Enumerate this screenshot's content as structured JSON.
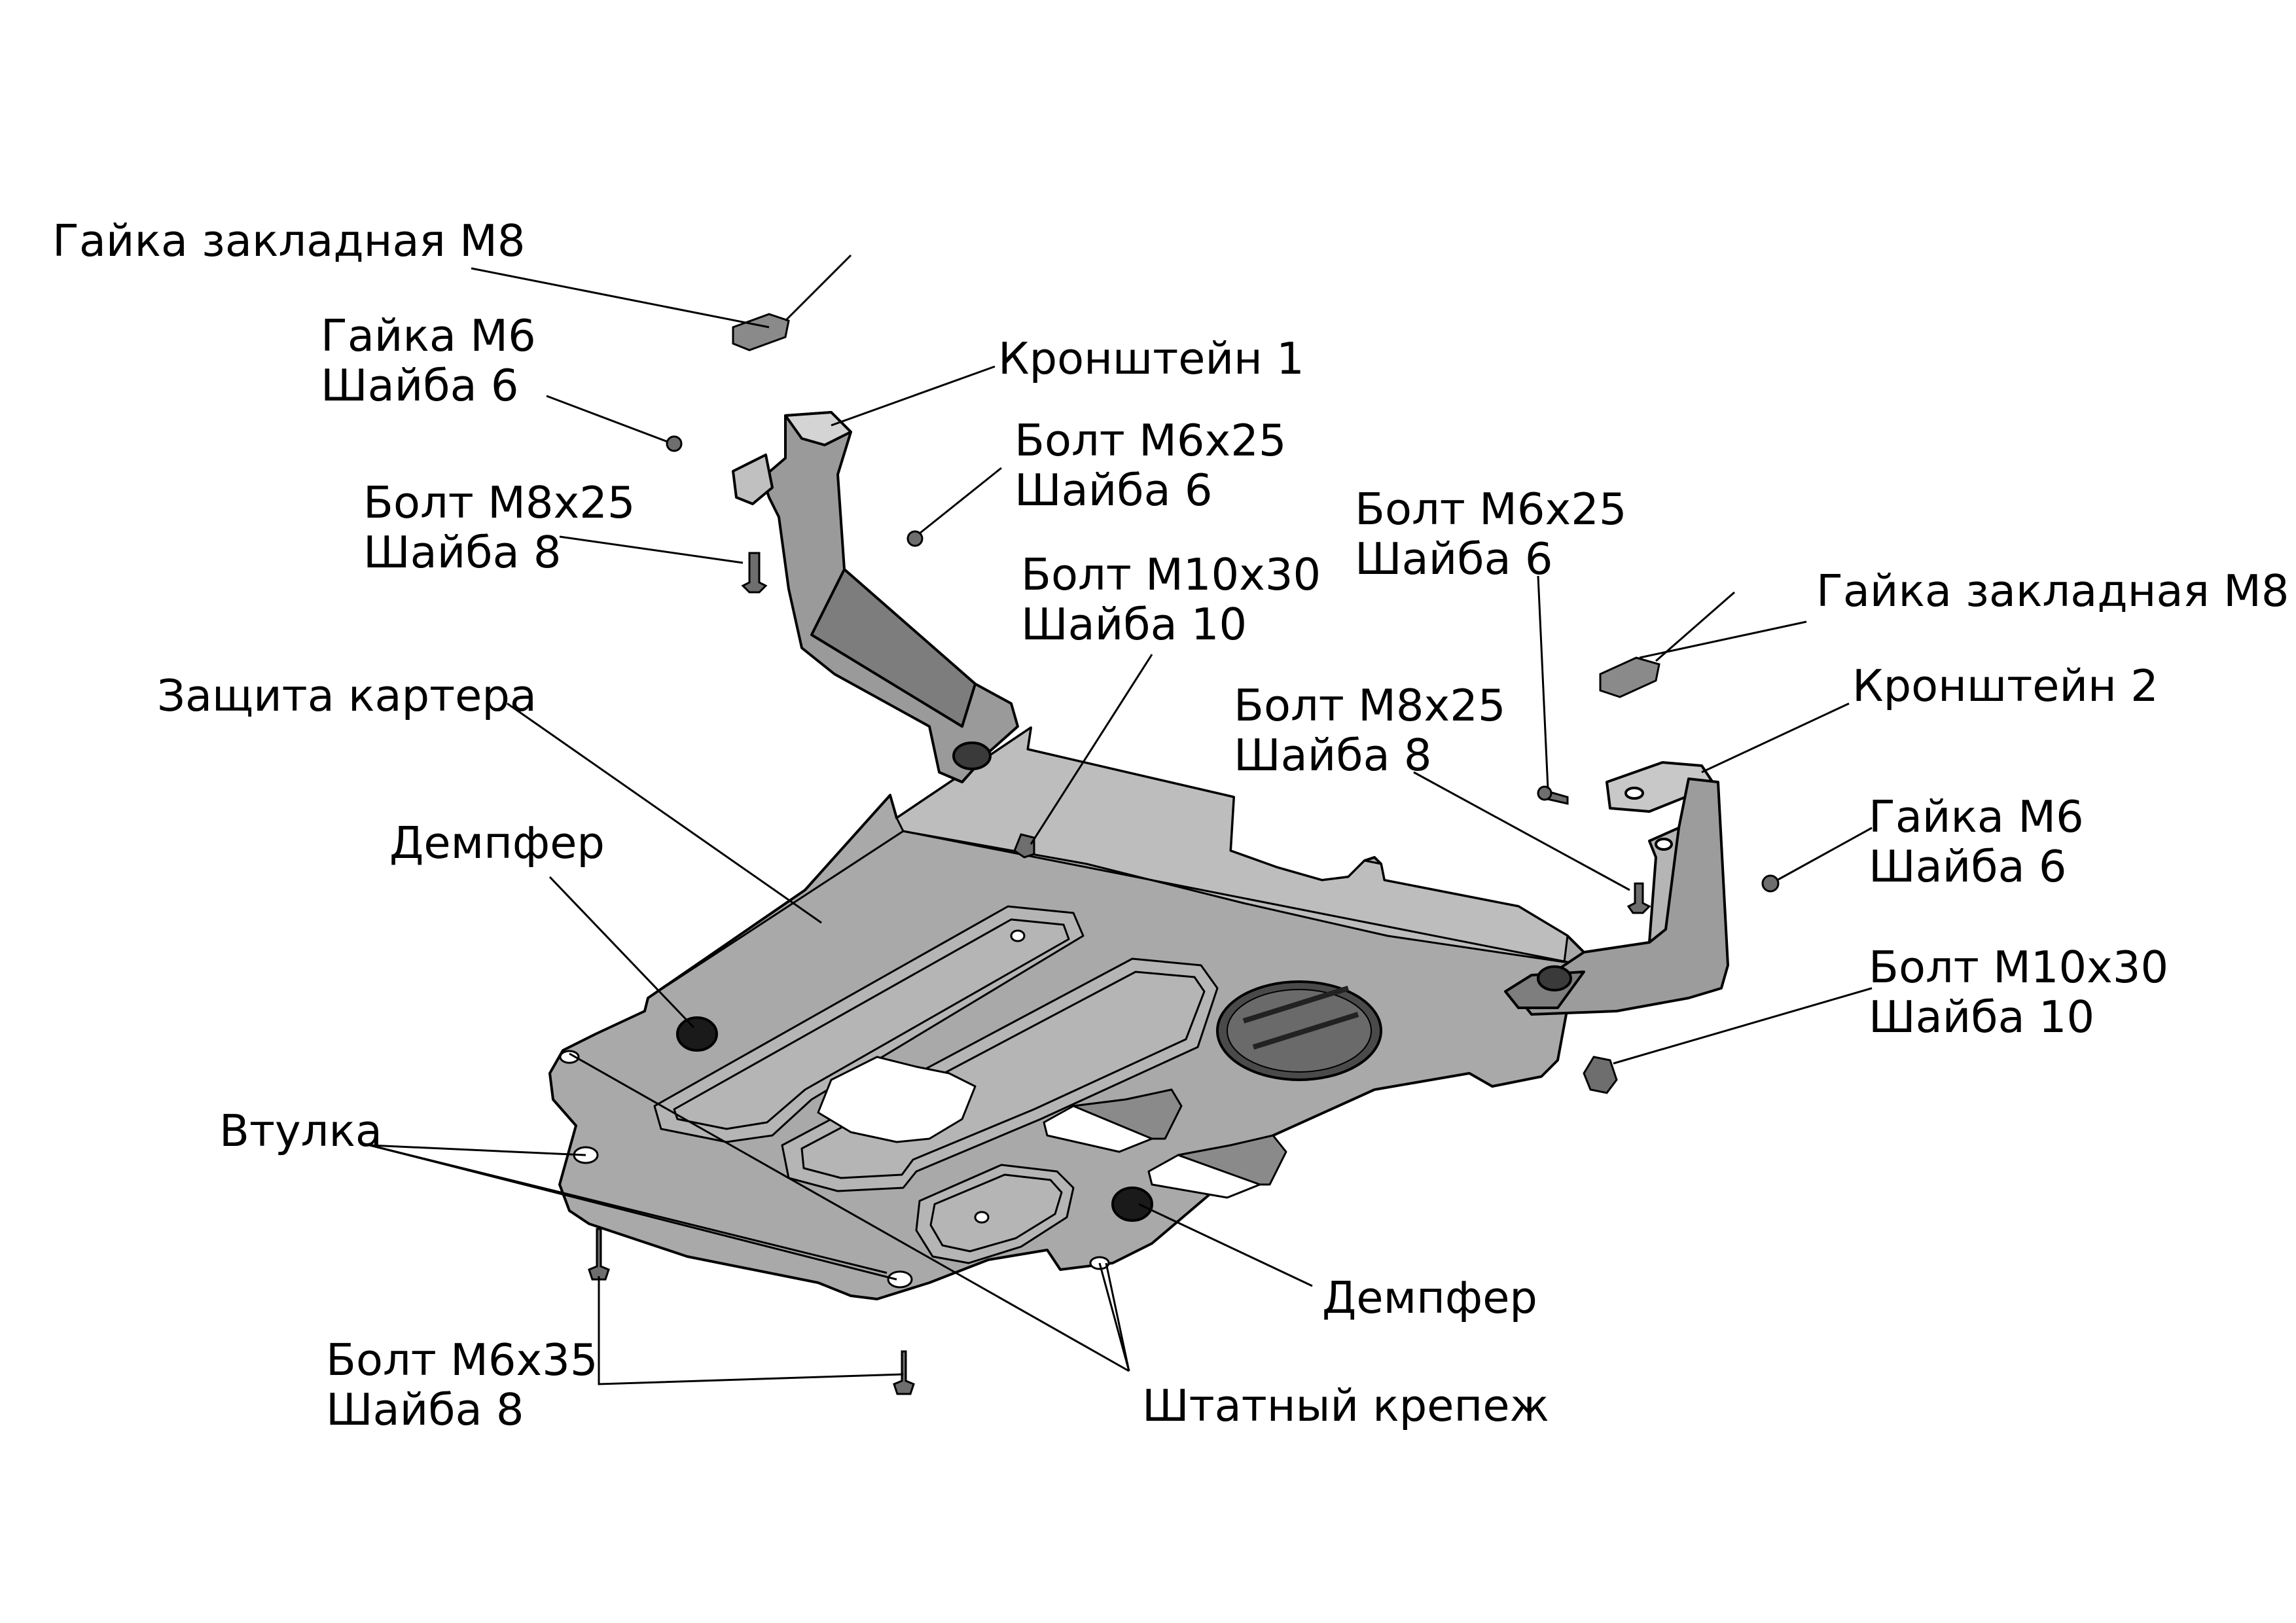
{
  "labels": {
    "nut_embedded_left": "Гайка закладная М8",
    "nut_m6_left": "Гайка М6",
    "washer6_left": "Шайба 6",
    "bracket1": "Кронштейн 1",
    "bolt_m6x25_left": "Болт М6х25",
    "washer6_mid_left": "Шайба 6",
    "bolt_m8x25_left": "Болт М8х25",
    "washer8_left": "Шайба 8",
    "bolt_m10x30_top": "Болт М10х30",
    "washer10_top": "Шайба 10",
    "bolt_m6x25_right": "Болт М6х25",
    "washer6_mid_right": "Шайба 6",
    "nut_embedded_right": "Гайка закладная М8",
    "crankcase_guard": "Защита картера",
    "bracket2": "Кронштейн 2",
    "bolt_m8x25_right": "Болт М8х25",
    "washer8_right": "Шайба 8",
    "damper_left": "Демпфер",
    "nut_m6_right": "Гайка М6",
    "washer6_right": "Шайба 6",
    "bolt_m10x30_right": "Болт М10х30",
    "washer10_right": "Шайба 10",
    "bushing": "Втулка",
    "damper_bottom": "Демпфер",
    "bolt_m6x35": "Болт М6х35",
    "washer8_bottom": "Шайба 8",
    "standard_fastener": "Штатный крепеж"
  },
  "colors": {
    "plate_fill": "#a7a7a7",
    "plate_light": "#c4c4c4",
    "plate_dark": "#858585",
    "hardware": "#6e6e6e",
    "outline": "#000000"
  }
}
